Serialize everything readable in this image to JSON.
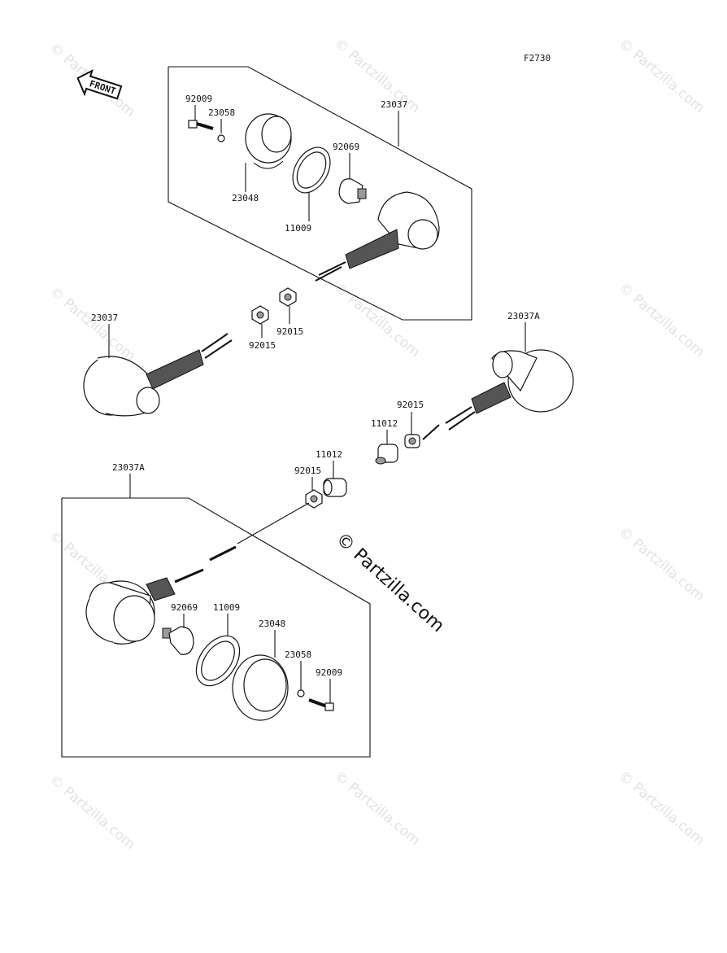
{
  "figure_code": "F2730",
  "front_label": "FRONT",
  "watermark": "© Partzilla.com",
  "upper_group": {
    "assembly": "23037",
    "screw": "92009",
    "washer": "23058",
    "lens": "23048",
    "gasket": "11009",
    "bulb": "92069"
  },
  "middle_left": {
    "assembly": "23037",
    "nut_a": "92015",
    "nut_b": "92015"
  },
  "middle_right": {
    "assembly": "23037A",
    "nut": "92015",
    "collar": "11012"
  },
  "lower_mid": {
    "collar": "11012",
    "nut": "92015"
  },
  "lower_group": {
    "assembly": "23037A",
    "bulb": "92069",
    "gasket": "11009",
    "lens": "23048",
    "washer": "23058",
    "screw": "92009"
  }
}
